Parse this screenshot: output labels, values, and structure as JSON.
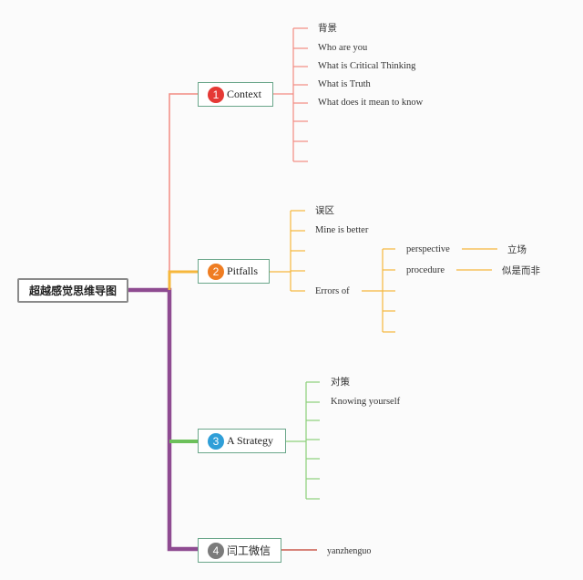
{
  "root": {
    "title": "超越感觉思维导图"
  },
  "branches": [
    {
      "number": "1",
      "title": "Context",
      "color": "#e53935",
      "children": [
        "背景",
        "Who are you",
        "What is Critical Thinking",
        "What is Truth",
        "What does it mean to know"
      ]
    },
    {
      "number": "2",
      "title": "Pitfalls",
      "color": "#ef7d22",
      "children": [
        "误区",
        "Mine is better",
        "Errors of"
      ],
      "sub": [
        {
          "label": "perspective",
          "leaf": "立场"
        },
        {
          "label": "procedure",
          "leaf": "似是而非"
        }
      ]
    },
    {
      "number": "3",
      "title": "A Strategy",
      "color": "#2f9fd8",
      "children": [
        "对策",
        "Knowing yourself"
      ]
    },
    {
      "number": "4",
      "title": "闫工微信",
      "color": "#7b7b7b",
      "children": [
        "yanzhenguo"
      ]
    }
  ],
  "colors": {
    "root_trunk": "#8e4b91",
    "context": "#f28b82",
    "pitfalls": "#f6b73c",
    "strategy": "#8dd07a",
    "wechat": "#c0392b"
  }
}
